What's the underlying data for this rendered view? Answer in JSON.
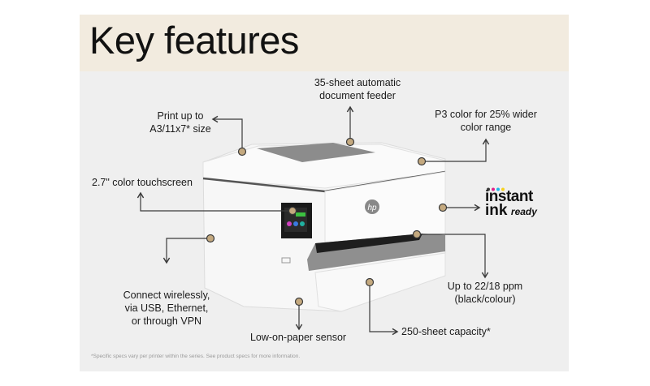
{
  "header": {
    "title": "Key features"
  },
  "callouts": {
    "print_size": [
      "Print up to",
      "A3/11x7* size"
    ],
    "adf": [
      "35-sheet automatic",
      "document feeder"
    ],
    "p3": [
      "P3 color for 25% wider",
      "color range"
    ],
    "touchscreen": "2.7\" color touchscreen",
    "connect": [
      "Connect wirelessly,",
      "via USB, Ethernet,",
      "or through VPN"
    ],
    "speed": [
      "Up to 22/18 ppm",
      "(black/colour)"
    ],
    "sensor": "Low-on-paper sensor",
    "capacity": "250-sheet capacity*"
  },
  "logo": {
    "line1": "instant",
    "line2": "ink",
    "line3": "ready",
    "dots": [
      "#3a3a3a",
      "#e0218a",
      "#1fb5e8",
      "#f6d21e"
    ]
  },
  "printer_logo": "hp",
  "footnote": "*Specific specs vary per printer within the series. See product specs for more information.",
  "colors": {
    "band": "#f2ebdf",
    "panel": "#efefef",
    "dot": "#c4a97f",
    "line": "#3a3a3a"
  }
}
